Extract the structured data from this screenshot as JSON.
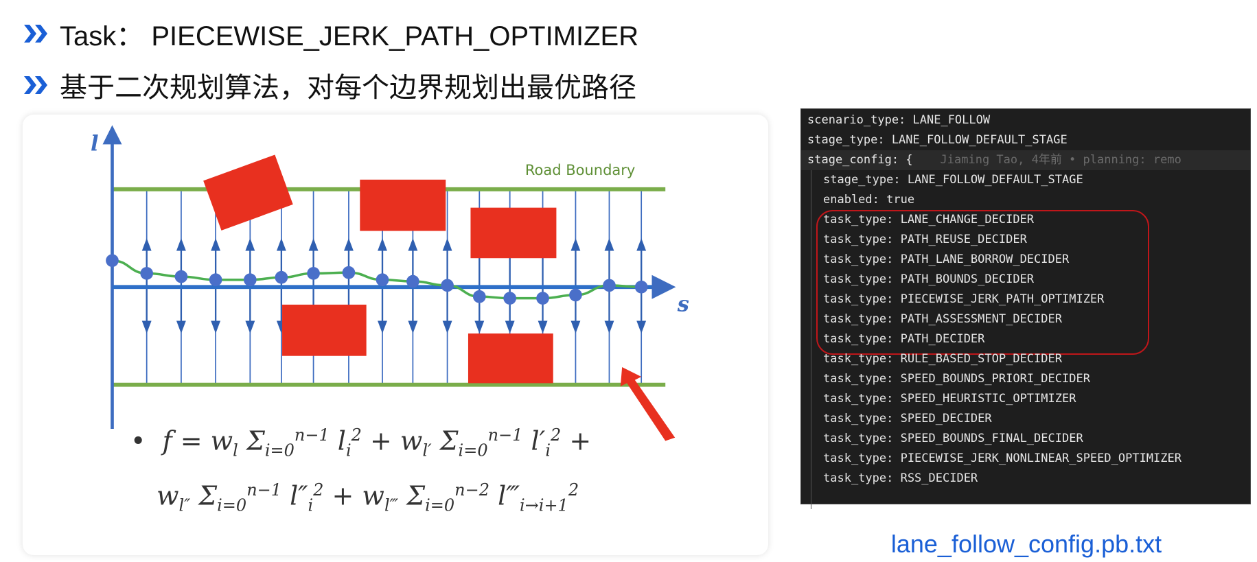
{
  "headings": [
    {
      "icon": "double-chevron-right-icon",
      "text": "Task： PIECEWISE_JERK_PATH_OPTIMIZER"
    },
    {
      "icon": "double-chevron-right-icon",
      "text": "基于二次规划算法，对每个边界规划出最优路径"
    }
  ],
  "colors": {
    "accent": "#1a5fd6",
    "boundary": "#7aad4a",
    "axis": "#3d6cc0",
    "obstacle": "#e8301f",
    "path": "#4caf50"
  },
  "diagram": {
    "l_axis_label": "l",
    "s_axis_label": "s",
    "boundary_label": "Road Boundary"
  },
  "formula": {
    "line1": "• f = w_l Σ_{i=0}^{n−1} l_i^2 + w_{l'} Σ_{i=0}^{n−1} l_i'^2 +",
    "line2": "w_{l''} Σ_{i=0}^{n−1} l_i''^2 + w_{l'''} Σ_{i=0}^{n−2} l'''_{i→i+1}^2"
  },
  "code": {
    "lines": [
      {
        "text": "scenario_type: LANE_FOLLOW",
        "indent": false
      },
      {
        "text": "stage_type: LANE_FOLLOW_DEFAULT_STAGE",
        "indent": false
      },
      {
        "text": "stage_config: {",
        "indent": false,
        "blame": "Jiaming Tao, 4年前 • planning: remo"
      },
      {
        "text": "stage_type: LANE_FOLLOW_DEFAULT_STAGE",
        "indent": true
      },
      {
        "text": "enabled: true",
        "indent": true
      },
      {
        "text": "task_type: LANE_CHANGE_DECIDER",
        "indent": true
      },
      {
        "text": "task_type: PATH_REUSE_DECIDER",
        "indent": true
      },
      {
        "text": "task_type: PATH_LANE_BORROW_DECIDER",
        "indent": true
      },
      {
        "text": "task_type: PATH_BOUNDS_DECIDER",
        "indent": true
      },
      {
        "text": "task_type: PIECEWISE_JERK_PATH_OPTIMIZER",
        "indent": true
      },
      {
        "text": "task_type: PATH_ASSESSMENT_DECIDER",
        "indent": true
      },
      {
        "text": "task_type: PATH_DECIDER",
        "indent": true
      },
      {
        "text": "task_type: RULE_BASED_STOP_DECIDER",
        "indent": true
      },
      {
        "text": "task_type: SPEED_BOUNDS_PRIORI_DECIDER",
        "indent": true
      },
      {
        "text": "task_type: SPEED_HEURISTIC_OPTIMIZER",
        "indent": true
      },
      {
        "text": "task_type: SPEED_DECIDER",
        "indent": true
      },
      {
        "text": "task_type: SPEED_BOUNDS_FINAL_DECIDER",
        "indent": true
      },
      {
        "text": "task_type: PIECEWISE_JERK_NONLINEAR_SPEED_OPTIMIZER",
        "indent": true
      },
      {
        "text": "task_type: RSS_DECIDER",
        "indent": true
      }
    ]
  },
  "caption": "lane_follow_config.pb.txt"
}
